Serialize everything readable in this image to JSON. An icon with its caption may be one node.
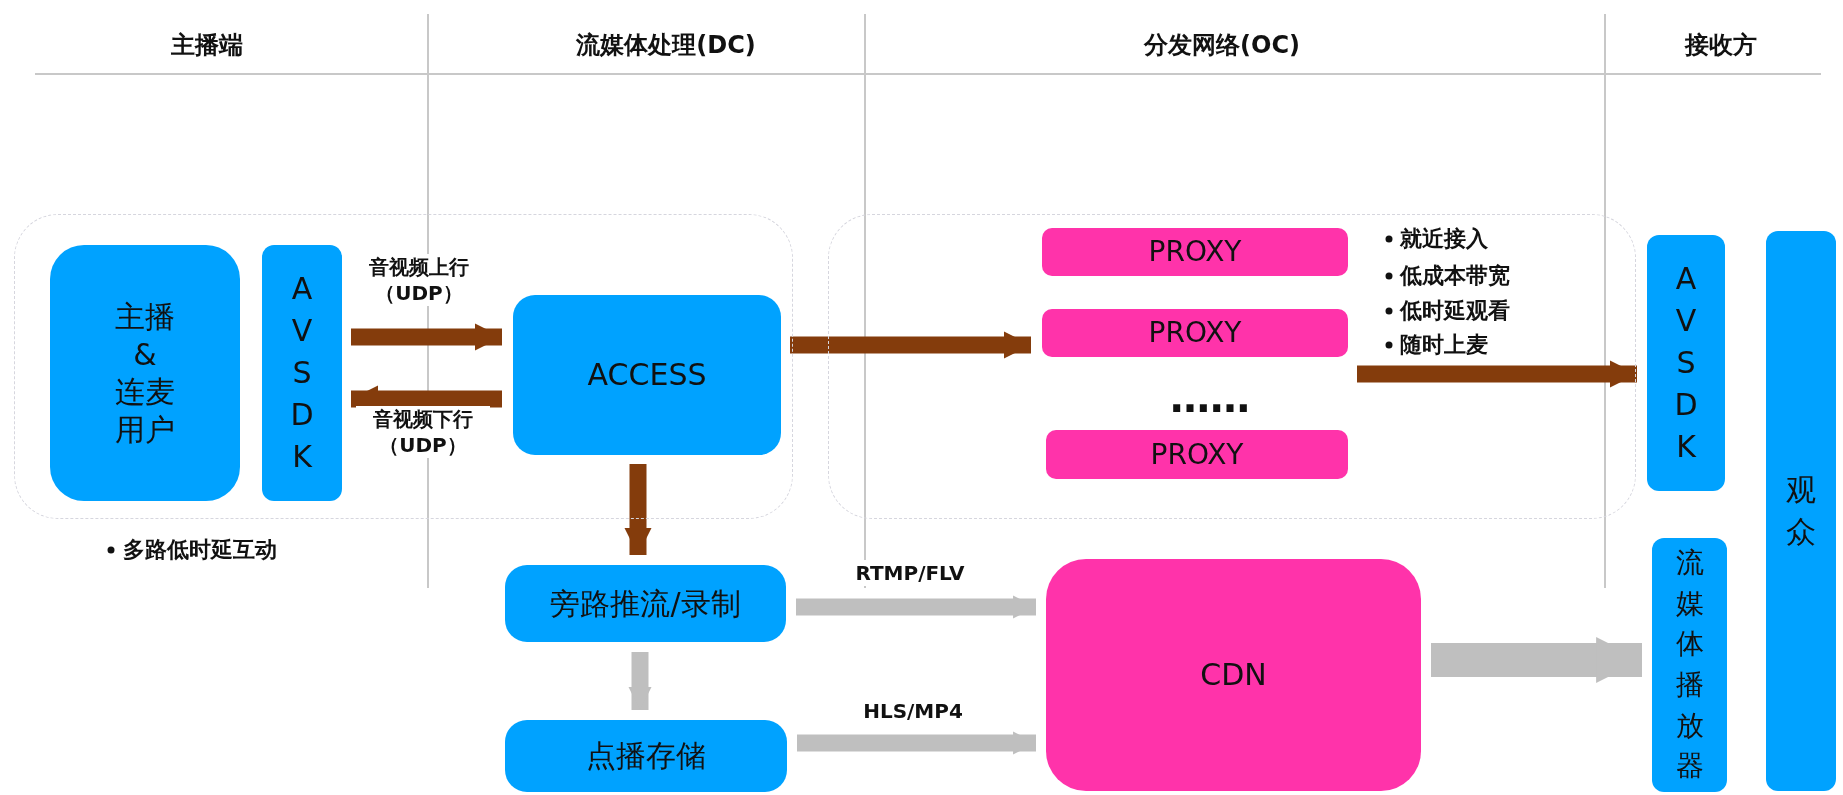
{
  "diagram": {
    "nodes": [
      {
        "text": [],
        "shape": "box"
      },
      {
        "text": [
          "主播&连麦用户"
        ],
        "in": 0
      },
      {
        "text": [
          "AVSDK"
        ],
        "in": 0
      },
      {
        "text": [
          "ACCESS"
        ],
        "in": 0
      },
      {
        "text": [],
        "shape": "box"
      },
      {
        "text": [
          "PROXY"
        ],
        "in": 4
      },
      {
        "text": [
          "PROXY"
        ],
        "in": 4
      },
      {
        "text": [
          "PROXY"
        ],
        "in": 4
      },
      {
        "text": [
          "AVSDK"
        ]
      },
      {
        "text": [
          "旁路推流/录制"
        ]
      },
      {
        "text": [
          "点播存储"
        ]
      },
      {
        "text": [
          "CDN"
        ]
      },
      {
        "text": [
          "流媒体播放器"
        ]
      },
      {
        "text": [
          "观众"
        ]
      }
    ],
    "edges": [
      {
        "from": 2,
        "to": 3,
        "arrow": "to",
        "label": "音视频上行（UDP）"
      },
      {
        "from": 3,
        "to": 2,
        "arrow": "to",
        "label": "音视频下行（UDP）"
      },
      {
        "from": 3,
        "to": 6,
        "arrow": "to"
      },
      {
        "from": 6,
        "to": 8,
        "arrow": "to"
      },
      {
        "from": 3,
        "to": 9,
        "arrow": "to"
      },
      {
        "from": 9,
        "to": 10,
        "arrow": "to",
        "color": "#bfbfbf"
      },
      {
        "from": 9,
        "to": 11,
        "arrow": "to",
        "label": "RTMP/FLV",
        "color": "#bfbfbf"
      },
      {
        "from": 10,
        "to": 11,
        "arrow": "to",
        "label": "HLS/MP4",
        "color": "#bfbfbf"
      },
      {
        "from": 11,
        "to": 12,
        "arrow": "to",
        "style": "thick",
        "color": "#bfbfbf"
      }
    ],
    "labels": [
      "主播端",
      "流媒体处理(DC)",
      "分发网络(OC)",
      "接收方",
      "就近接入",
      "低成本带宽",
      "低时延观看",
      "随时上麦",
      "……",
      "多路低时延互动"
    ]
  }
}
